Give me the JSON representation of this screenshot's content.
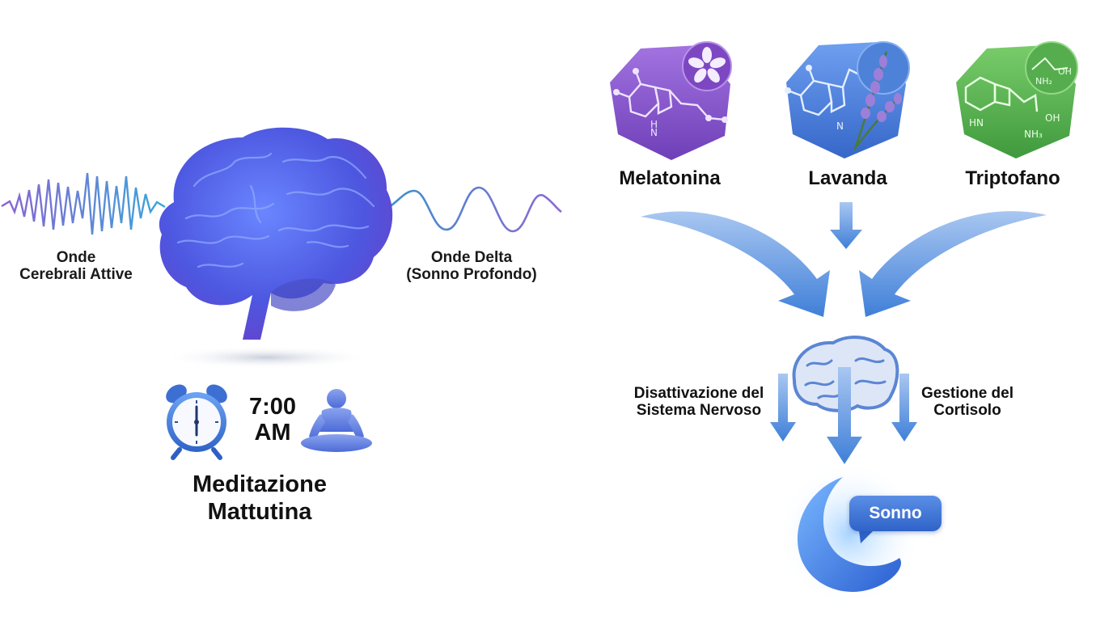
{
  "left": {
    "active_waves_label": "Onde\nCerebrali Attive",
    "delta_waves_label": "Onde Delta\n(Sonno Profondo)",
    "time": "7:00\nAM",
    "meditation_label": "Meditazione\nMattutina"
  },
  "right": {
    "substances": [
      {
        "label": "Melatonina",
        "color": "#8a55c9"
      },
      {
        "label": "Lavanda",
        "color": "#4a7fd6"
      },
      {
        "label": "Triptofano",
        "color": "#4fae4c"
      }
    ],
    "effect_left": "Disattivazione del\nSistema Nervoso",
    "effect_right": "Gestione del\nCortisolo",
    "result": "Sonno",
    "tryptophan_groups": {
      "nh2_top": "NH₂",
      "oh_top": "OH",
      "hn": "HN",
      "oh": "OH",
      "nh3": "NH₃"
    },
    "lavender_n": "N",
    "melatonin_h": "H",
    "melatonin_n": "N"
  },
  "colors": {
    "arrow": "#3f7fd8",
    "brain": "#5b5fe0",
    "accent": "#3b6fd6"
  }
}
